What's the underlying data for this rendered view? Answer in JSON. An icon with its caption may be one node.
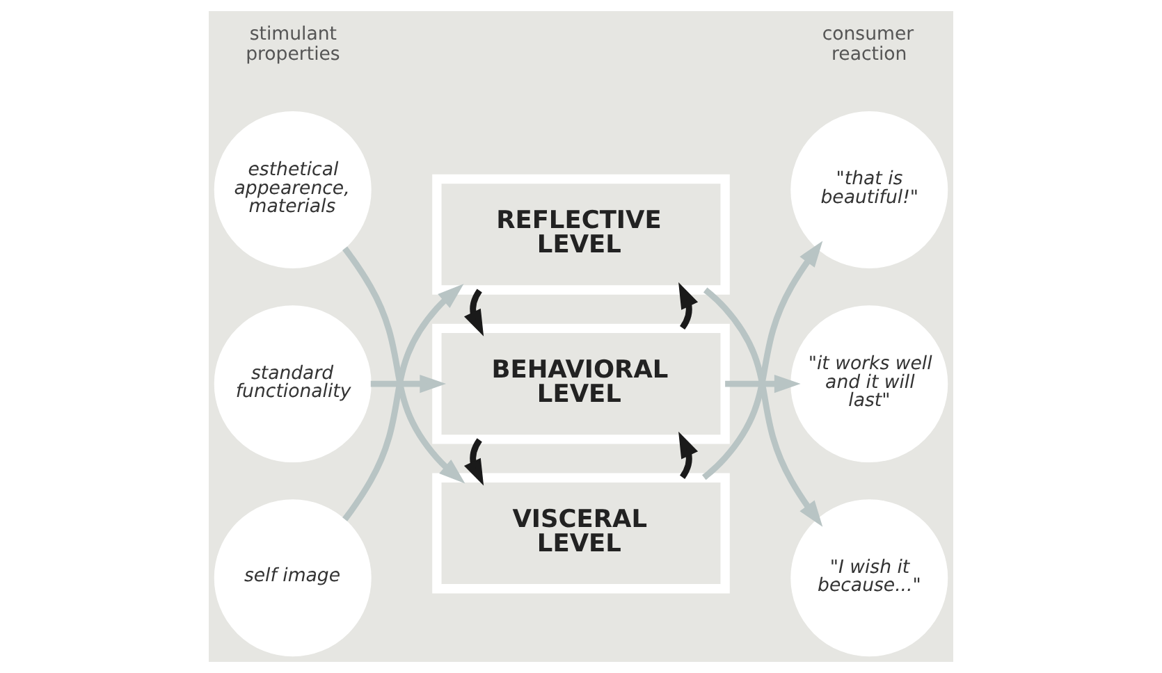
{
  "diagram": {
    "nodes": [
      {
        "text": [
          "esthetical appearence, materials"
        ]
      },
      {
        "text": [
          "standard functionality"
        ]
      },
      {
        "text": [
          "self image"
        ]
      },
      {
        "text": [
          "VISCERAL LEVEL"
        ]
      },
      {
        "text": [
          "BEHAVIORAL LEVEL"
        ]
      },
      {
        "text": [
          "REFLECTIVE LEVEL"
        ]
      },
      {
        "text": [
          "\"that is beautiful!\""
        ]
      },
      {
        "text": [
          "\"it works well and it will last\""
        ]
      },
      {
        "text": [
          "\"I wish it because...\""
        ]
      }
    ],
    "edges": [
      {
        "from": 0,
        "to": 3,
        "arrow": "to"
      },
      {
        "from": 1,
        "to": 4,
        "arrow": "to"
      },
      {
        "from": 2,
        "to": 5,
        "arrow": "to"
      },
      {
        "from": 3,
        "to": 6,
        "arrow": "to"
      },
      {
        "from": 4,
        "to": 7,
        "arrow": "to"
      },
      {
        "from": 5,
        "to": 8,
        "arrow": "to"
      },
      {
        "from": 3,
        "to": 4,
        "arrow": "to",
        "color": "#1a1a1a"
      },
      {
        "from": 4,
        "to": 3,
        "arrow": "to",
        "color": "#1a1a1a"
      },
      {
        "from": 4,
        "to": 5,
        "arrow": "to",
        "color": "#1a1a1a"
      },
      {
        "from": 5,
        "to": 4,
        "arrow": "to",
        "color": "#1a1a1a"
      }
    ],
    "labels": [
      "stimulant properties",
      "consumer reaction"
    ]
  }
}
